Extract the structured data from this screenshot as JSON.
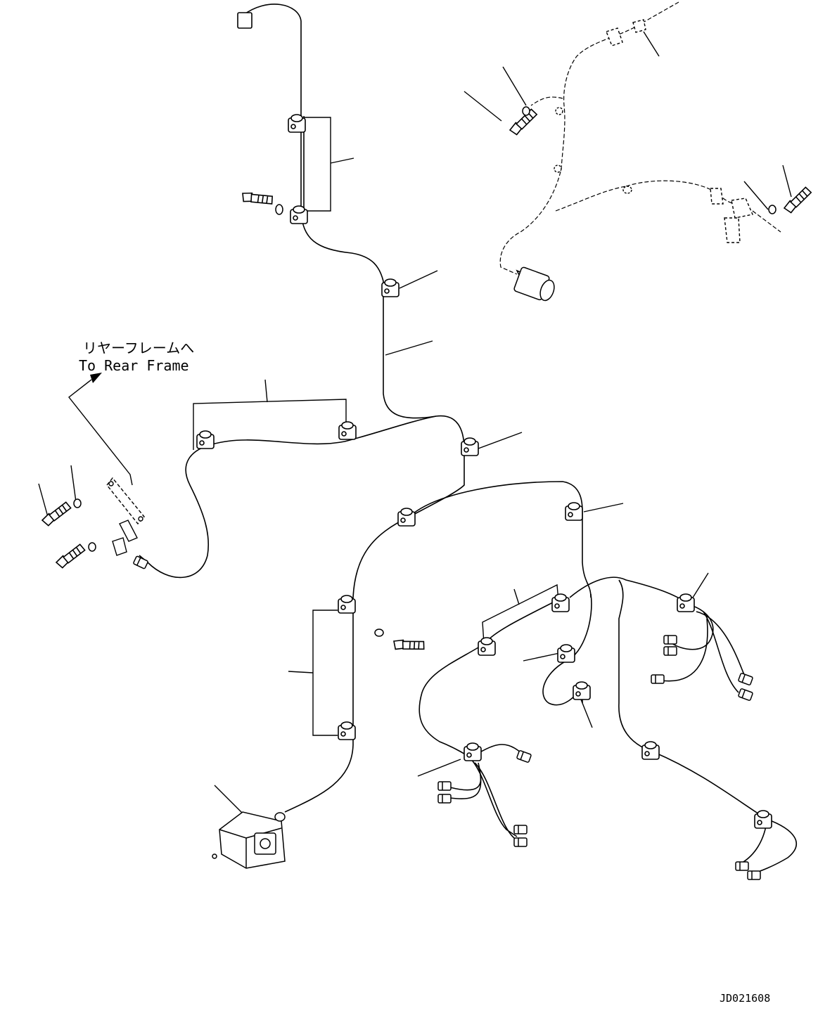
{
  "annotation": {
    "japanese": "リヤーフレームへ",
    "english": "To Rear Frame"
  },
  "drawing_code": "JD021608",
  "diagram": {
    "type": "exploded parts view",
    "subject": "wiring harness",
    "line_color": "#000000",
    "background": "#ffffff"
  }
}
